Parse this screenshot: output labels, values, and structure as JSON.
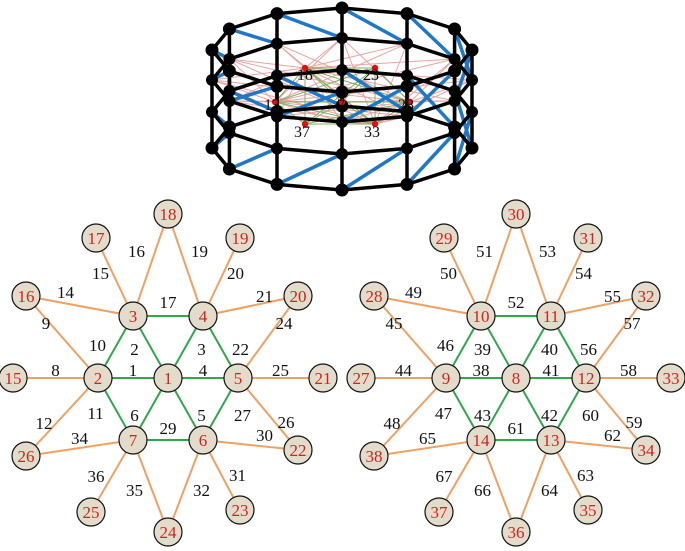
{
  "colors": {
    "node_fill": "#e3dccb",
    "node_label": "#d42020",
    "inner_edge": "#2fa84a",
    "outer_edge": "#f0a060",
    "frame": "#000000",
    "brace": "#1f77c8",
    "cross": "#e8a4a4",
    "inner_cross": "#80b060",
    "dot": "#e01010"
  },
  "top_figure": {
    "labels": [
      "18",
      "23",
      "13",
      "7",
      "28",
      "37",
      "33"
    ]
  },
  "graphs": [
    {
      "nodes": [
        "1",
        "2",
        "3",
        "4",
        "5",
        "6",
        "7",
        "15",
        "16",
        "17",
        "18",
        "19",
        "20",
        "21",
        "22",
        "23",
        "24",
        "25",
        "26"
      ],
      "edges": [
        {
          "label": "1"
        },
        {
          "label": "2"
        },
        {
          "label": "3"
        },
        {
          "label": "4"
        },
        {
          "label": "5"
        },
        {
          "label": "6"
        },
        {
          "label": "10"
        },
        {
          "label": "17"
        },
        {
          "label": "22"
        },
        {
          "label": "27"
        },
        {
          "label": "29"
        },
        {
          "label": "11"
        },
        {
          "label": "8"
        },
        {
          "label": "9"
        },
        {
          "label": "14"
        },
        {
          "label": "15"
        },
        {
          "label": "16"
        },
        {
          "label": "19"
        },
        {
          "label": "20"
        },
        {
          "label": "21"
        },
        {
          "label": "24"
        },
        {
          "label": "25"
        },
        {
          "label": "26"
        },
        {
          "label": "30"
        },
        {
          "label": "31"
        },
        {
          "label": "32"
        },
        {
          "label": "35"
        },
        {
          "label": "36"
        },
        {
          "label": "34"
        },
        {
          "label": "12"
        }
      ]
    },
    {
      "nodes": [
        "8",
        "9",
        "10",
        "11",
        "12",
        "13",
        "14",
        "27",
        "28",
        "29",
        "30",
        "31",
        "32",
        "33",
        "34",
        "35",
        "36",
        "37",
        "38"
      ],
      "edges": [
        {
          "label": "38"
        },
        {
          "label": "39"
        },
        {
          "label": "40"
        },
        {
          "label": "41"
        },
        {
          "label": "42"
        },
        {
          "label": "43"
        },
        {
          "label": "46"
        },
        {
          "label": "52"
        },
        {
          "label": "56"
        },
        {
          "label": "60"
        },
        {
          "label": "61"
        },
        {
          "label": "47"
        },
        {
          "label": "44"
        },
        {
          "label": "45"
        },
        {
          "label": "49"
        },
        {
          "label": "50"
        },
        {
          "label": "51"
        },
        {
          "label": "53"
        },
        {
          "label": "54"
        },
        {
          "label": "55"
        },
        {
          "label": "57"
        },
        {
          "label": "58"
        },
        {
          "label": "59"
        },
        {
          "label": "62"
        },
        {
          "label": "63"
        },
        {
          "label": "64"
        },
        {
          "label": "66"
        },
        {
          "label": "67"
        },
        {
          "label": "65"
        },
        {
          "label": "48"
        }
      ]
    }
  ]
}
